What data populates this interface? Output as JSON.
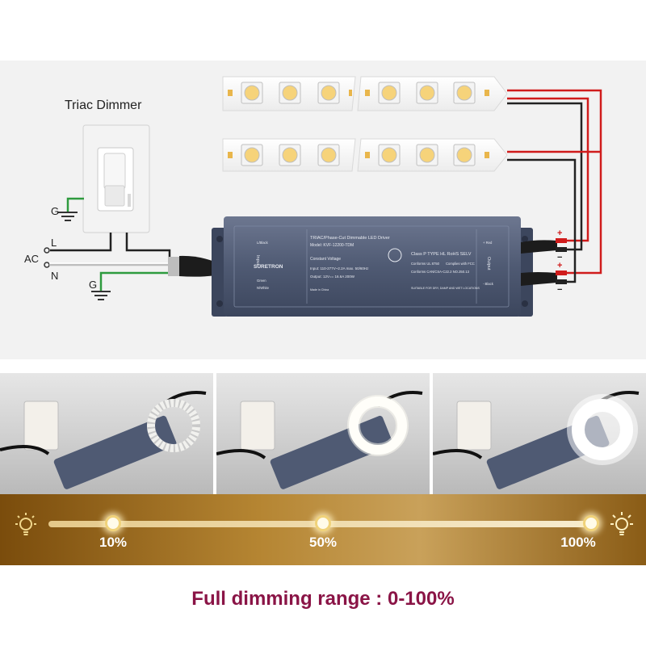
{
  "diagram": {
    "dimmer_title": "Triac Dimmer",
    "labels": {
      "ground_top": "G",
      "line": "L",
      "ac": "AC",
      "neutral": "N",
      "ground_bottom": "G",
      "plus_top": "+",
      "minus_top": "−",
      "plus_bottom": "+",
      "minus_bottom": "−"
    },
    "driver": {
      "brand": "SURETRON",
      "heading": "TRIAC/Phase-Cut Dimmable LED Driver",
      "model": "Model: KVF-12200-TDM",
      "mode": "Constant Voltage",
      "input_spec": "Input: 110-277V~2.2A max. 50/60Hz",
      "output_spec": "Output: 12V== 16.6A 200W",
      "input_label": "Input",
      "output_label": "Output",
      "class_line": "Class P  TYPE HL  RoHS  SELV",
      "conforms_ul": "Conforms UL 8750",
      "complies_fcc": "Complies with FCC",
      "conforms_can": "Conforms CAN/CSA-C22.2 NO.250.13",
      "location": "SUITABLE FOR DRY, DAMP AND WET LOCATIONS",
      "made_in": "Made in China",
      "l_black": "L/Black",
      "ground_green": "Green",
      "n_white": "N/White",
      "plus_red": "+ Red",
      "minus_black": "- Black"
    }
  },
  "dimming": {
    "levels": [
      "10%",
      "50%",
      "100%"
    ],
    "caption": "Full dimming range : 0-100%"
  },
  "colors": {
    "caption": "#8a1446",
    "wire_red": "#d01c1c",
    "wire_green": "#2e9b3e",
    "driver_body": "#4f5a73"
  },
  "icons": [
    "bulb-icon",
    "ground-icon",
    "led-strip"
  ]
}
